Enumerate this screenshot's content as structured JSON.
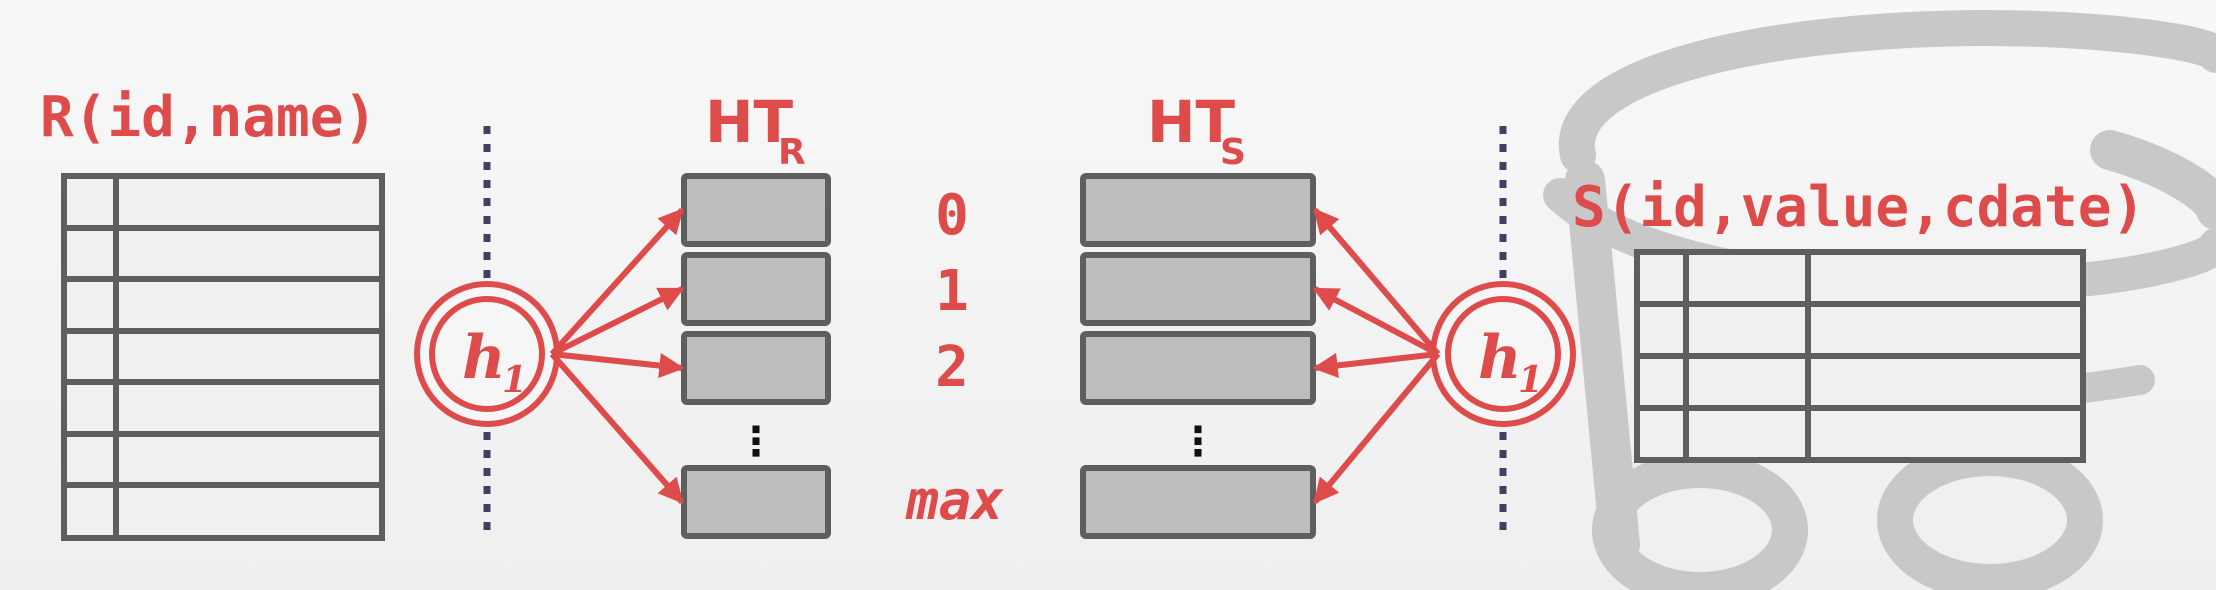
{
  "table_r": {
    "label": "R(id,name)",
    "row_count": 7
  },
  "table_s": {
    "label": "S(id,value,cdate)",
    "row_count": 4
  },
  "hash_table_r": {
    "label_main": "HT",
    "label_sub": "R"
  },
  "hash_table_s": {
    "label_main": "HT",
    "label_sub": "S"
  },
  "hash_function": {
    "symbol": "h",
    "subscript": "1"
  },
  "slot_indices": [
    "0",
    "1",
    "2",
    "max"
  ],
  "ellipsis": "⋮",
  "colors": {
    "accent": "#dd4b4b",
    "box_fill": "#bdbdbd",
    "box_stroke": "#5e5e5e",
    "table_fill": "#f0f0f0",
    "divider": "#3e4160",
    "watermark": "#c8c8c8"
  }
}
